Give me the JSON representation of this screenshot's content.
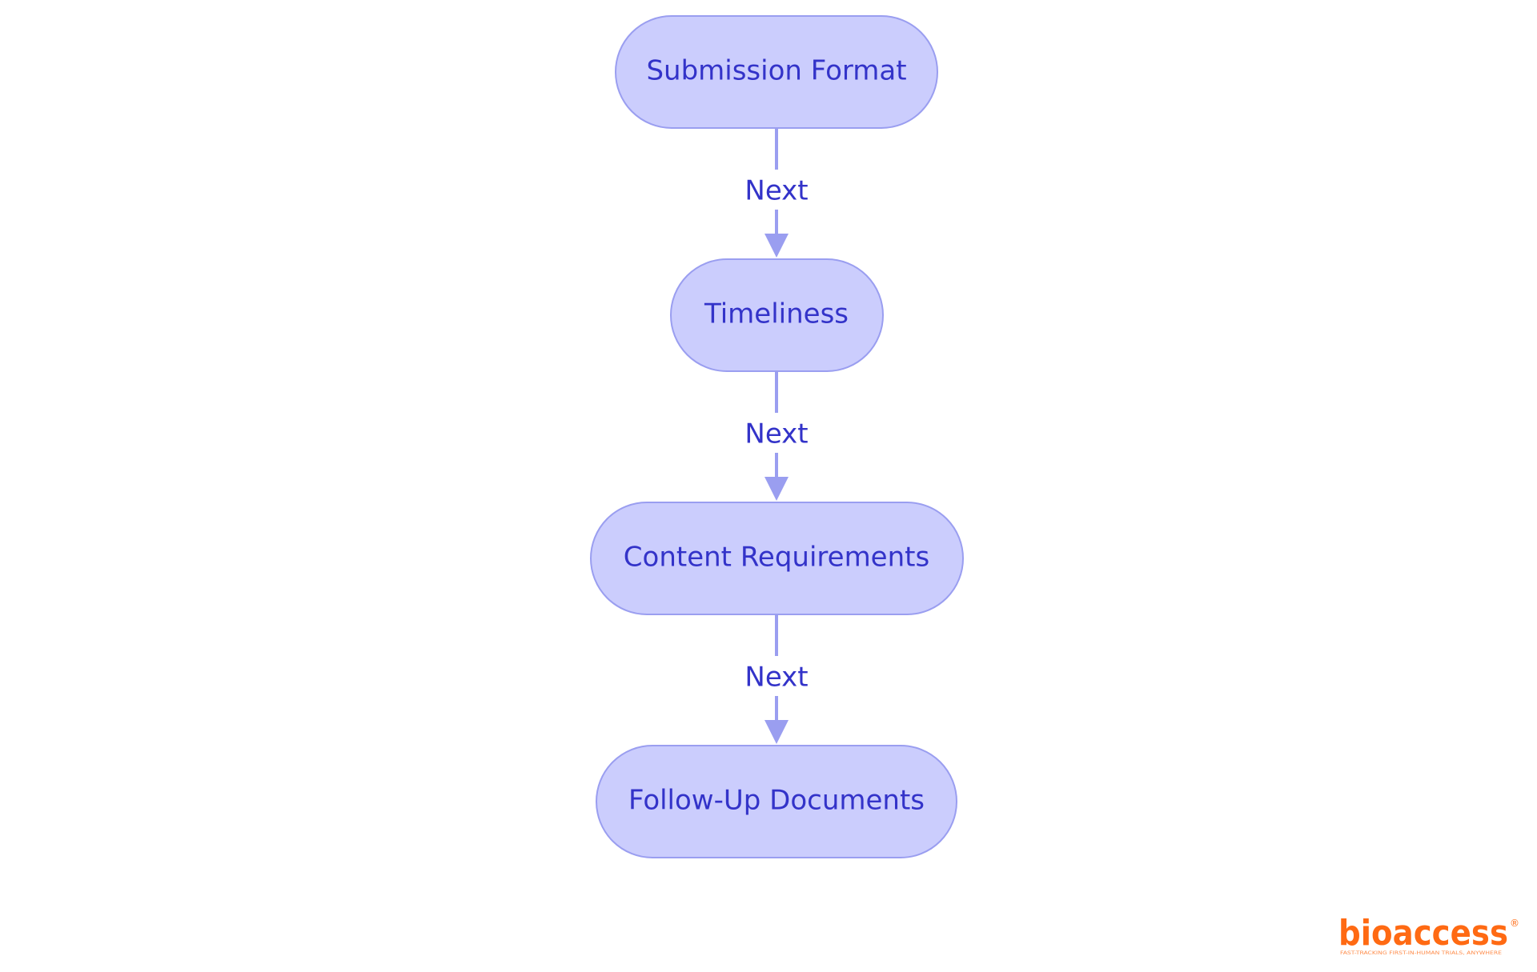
{
  "diagram": {
    "nodes": [
      {
        "id": "submission-format",
        "label": "Submission Format"
      },
      {
        "id": "timeliness",
        "label": "Timeliness"
      },
      {
        "id": "content-requirements",
        "label": "Content Requirements"
      },
      {
        "id": "follow-up-documents",
        "label": "Follow-Up Documents"
      }
    ],
    "edges": [
      {
        "from": "submission-format",
        "to": "timeliness",
        "label": "Next"
      },
      {
        "from": "timeliness",
        "to": "content-requirements",
        "label": "Next"
      },
      {
        "from": "content-requirements",
        "to": "follow-up-documents",
        "label": "Next"
      }
    ]
  },
  "logo": {
    "name": "bioaccess",
    "registered_mark": "®",
    "tagline": "FAST-TRACKING FIRST-IN-HUMAN TRIALS, ANYWHERE"
  },
  "colors": {
    "node_fill": "#cbcdfd",
    "node_stroke": "#9a9ef0",
    "text": "#3333c9",
    "edge": "#9a9ef0",
    "brand": "#ff6a13"
  }
}
